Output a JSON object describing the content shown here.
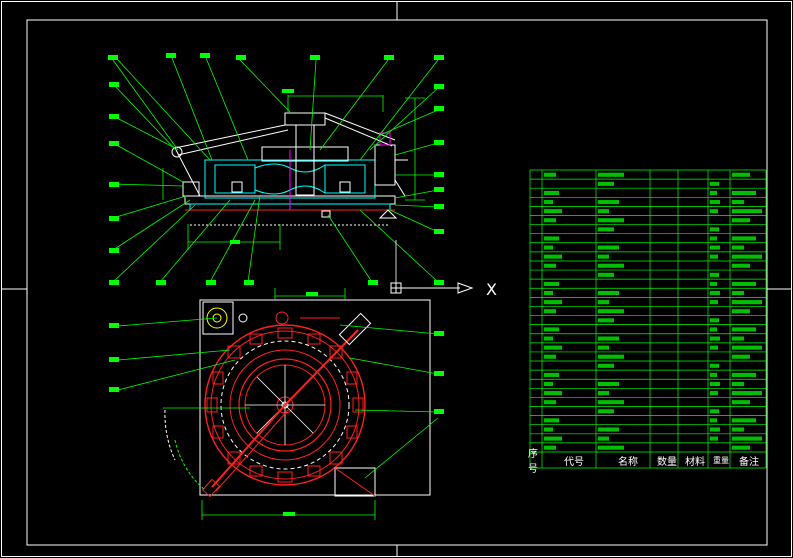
{
  "colors": {
    "background": "#000000",
    "frame": "#ffffff",
    "dimension": "#00ff00",
    "outline": "#ffffff",
    "section": "#00ffff",
    "red_part": "#ff2020",
    "magenta": "#ff00ff",
    "yellow": "#ffff00",
    "bom_grid": "#00ff00",
    "bom_text": "#00ff00",
    "bom_header_text": "#ffffff"
  },
  "drawing": {
    "ucs_axis_label": "X",
    "icons": [
      "ucs-icon",
      "crosshair-cursor"
    ]
  },
  "bom": {
    "header": [
      "序号",
      "代号",
      "名称",
      "数量",
      "材料",
      "重量",
      "备注"
    ],
    "rows": 31
  }
}
